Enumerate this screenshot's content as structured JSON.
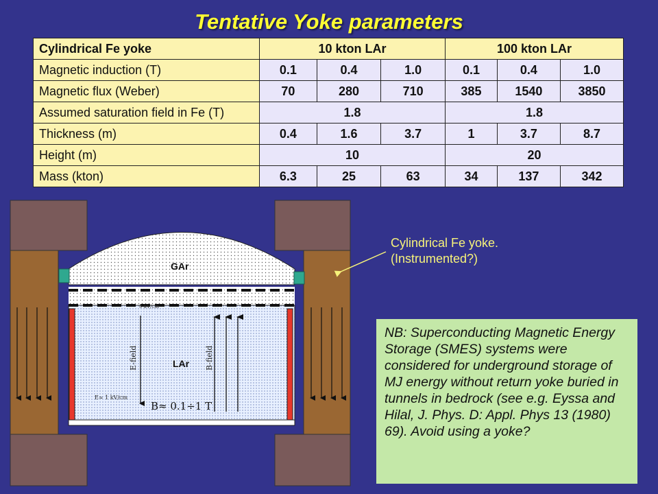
{
  "title": "Tentative Yoke parameters",
  "table": {
    "header": {
      "label": "Cylindrical Fe yoke",
      "group1": "10 kton LAr",
      "group2": "100 kton LAr"
    },
    "rows": [
      {
        "label": "Magnetic induction (T)",
        "values": [
          "0.1",
          "0.4",
          "1.0",
          "0.1",
          "0.4",
          "1.0"
        ]
      },
      {
        "label": "Magnetic flux (Weber)",
        "values": [
          "70",
          "280",
          "710",
          "385",
          "1540",
          "3850"
        ]
      },
      {
        "label": "Assumed saturation field in Fe (T)",
        "values": [
          "1.8",
          "1.8"
        ]
      },
      {
        "label": "Thickness (m)",
        "values": [
          "0.4",
          "1.6",
          "3.7",
          "1",
          "3.7",
          "8.7"
        ]
      },
      {
        "label": "Height (m)",
        "values": [
          "10",
          "20"
        ]
      },
      {
        "label": "Mass (kton)",
        "values": [
          "6.3",
          "25",
          "63",
          "34",
          "137",
          "342"
        ]
      }
    ]
  },
  "diagram": {
    "gas_label": "GAr",
    "liquid_label": "LAr",
    "efield_label": "E-field",
    "bfield_label": "B-field",
    "efield_value": "E≈ 1 kV/cm",
    "bfield_value": "B≈ 0.1÷1 T",
    "level_label": "0 kV/cm"
  },
  "callout": {
    "line1": "Cylindrical Fe yoke.",
    "line2": "(Instrumented?)"
  },
  "note": "NB: Superconducting Magnetic Energy Storage (SMES) systems were considered for underground storage of MJ energy without return yoke buried in tunnels in bedrock (see e.g. Eyssa and Hilal, J. Phys. D: Appl. Phys 13 (1980) 69). Avoid using a yoke?",
  "colors": {
    "background": "#33338c",
    "title": "#ffff33",
    "yoke": "#9a6733",
    "block": "#7a5a5a",
    "note_bg": "#c4e8a8"
  }
}
